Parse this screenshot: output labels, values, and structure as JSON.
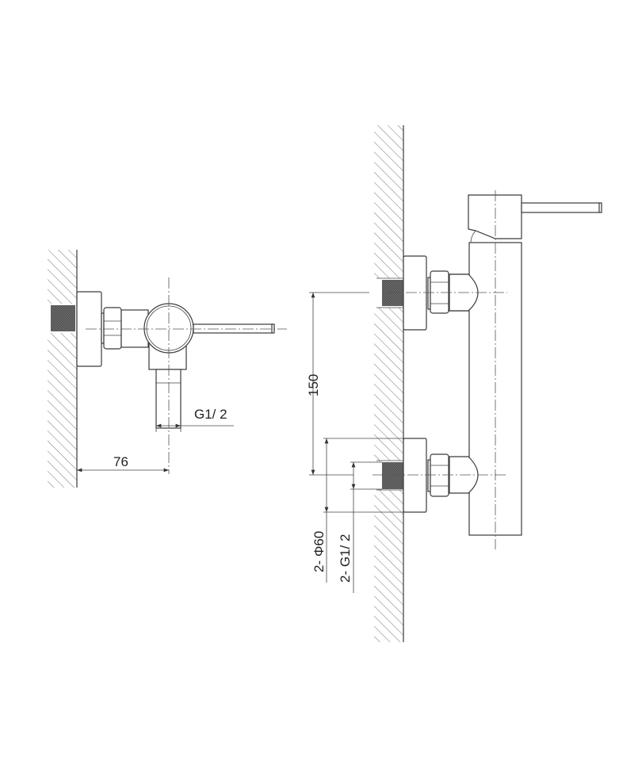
{
  "side_view": {
    "dim_offset": "76",
    "dim_outlet_thread": "G1/ 2"
  },
  "front_view": {
    "dim_inlet_spacing": "150",
    "dim_plate_diameter": "2- Φ60",
    "dim_inlet_thread": "2- G1/ 2"
  }
}
